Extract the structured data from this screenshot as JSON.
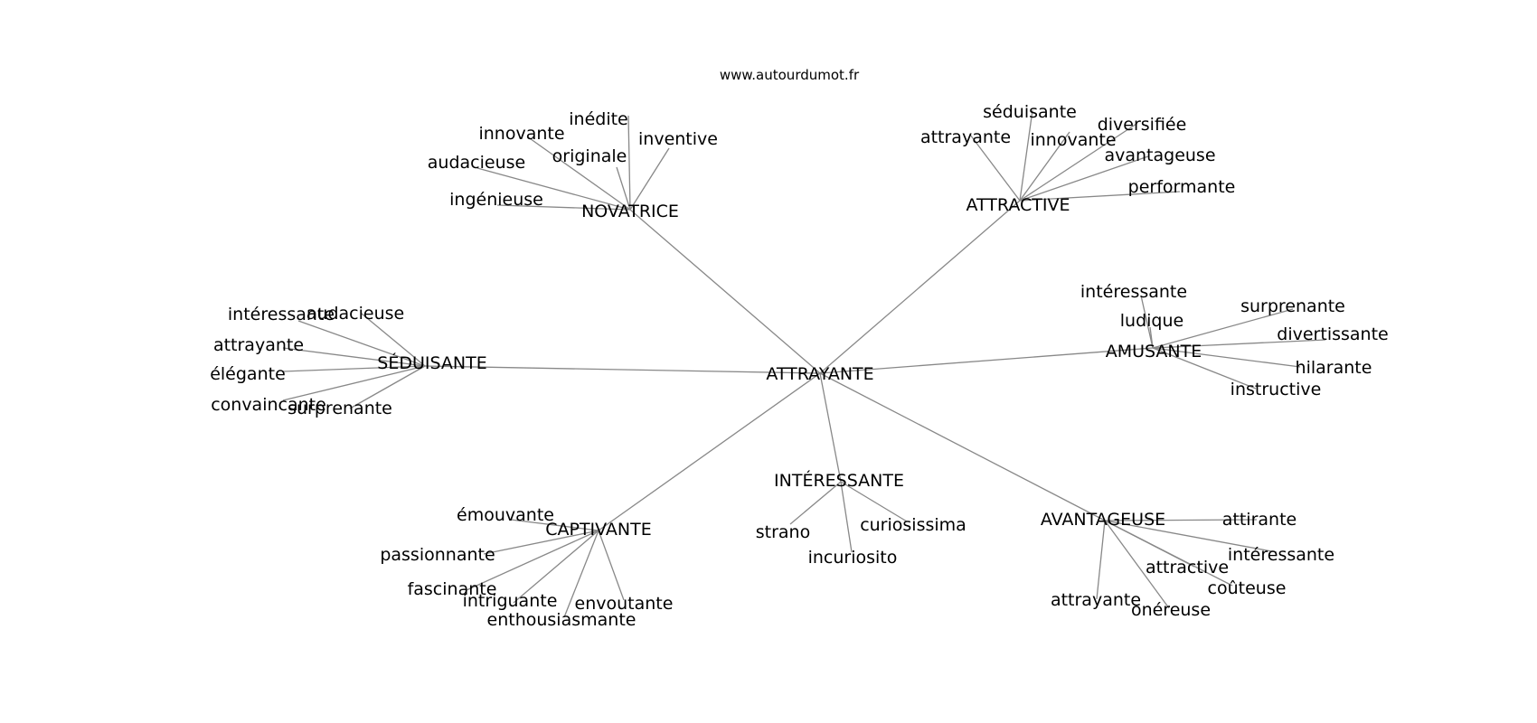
{
  "source_label": "www.autourdumot.fr",
  "graph": {
    "center": "ATTRAYANTE",
    "clusters": [
      {
        "hub": "NOVATRICE",
        "leaves": [
          "inédite",
          "innovante",
          "originale",
          "inventive",
          "audacieuse",
          "ingénieuse"
        ]
      },
      {
        "hub": "ATTRACTIVE",
        "leaves": [
          "séduisante",
          "attrayante",
          "innovante",
          "diversifiée",
          "avantageuse",
          "performante"
        ]
      },
      {
        "hub": "SÉDUISANTE",
        "leaves": [
          "intéressante",
          "audacieuse",
          "attrayante",
          "élégante",
          "convaincante",
          "surprenante"
        ]
      },
      {
        "hub": "AMUSANTE",
        "leaves": [
          "intéressante",
          "ludique",
          "surprenante",
          "divertissante",
          "hilarante",
          "instructive"
        ]
      },
      {
        "hub": "CAPTIVANTE",
        "leaves": [
          "émouvante",
          "passionnante",
          "fascinante",
          "intriguante",
          "envoutante",
          "enthousiasmante"
        ]
      },
      {
        "hub": "INTÉRESSANTE",
        "leaves": [
          "strano",
          "curiosissima",
          "incuriosito"
        ]
      },
      {
        "hub": "AVANTAGEUSE",
        "leaves": [
          "attirante",
          "intéressante",
          "attractive",
          "coûteuse",
          "attrayante",
          "onéreuse"
        ]
      }
    ]
  },
  "colors": {
    "edge": "#888888",
    "text": "#000000",
    "background": "#ffffff"
  }
}
